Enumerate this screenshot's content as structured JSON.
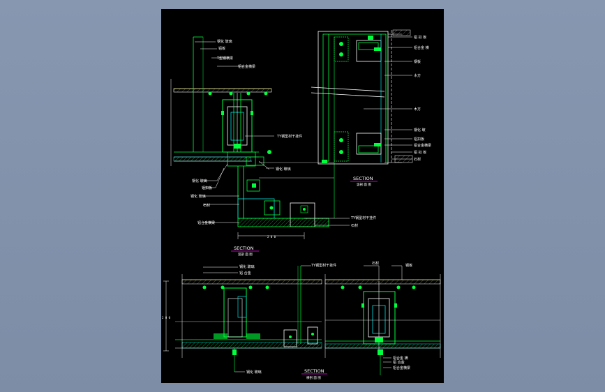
{
  "drawing": {
    "background": "#000000",
    "desktop_color": "#8090a8",
    "line_green": "#00ff3c",
    "line_cyan": "#00e5e5",
    "line_white": "#ffffff",
    "line_magenta": "#ff00ff",
    "line_yellow": "#ffff66"
  },
  "sections": {
    "top_left": {
      "title": "SECTION",
      "subtitle": "竖剖 面 图"
    },
    "top_right": {
      "title": "SECTION",
      "subtitle": "竖剖 面 图"
    },
    "bottom": {
      "title": "SECTION",
      "subtitle": "横剖 面 图"
    }
  },
  "labels_top_left": {
    "l1": "钢化 玻璃",
    "l2": "铝板",
    "l3": "T型钢横梁",
    "l4": "铝合金横梁",
    "l5": "TY钢型材干挂件",
    "l6": "钢化 玻璃",
    "l7": "铝扣板",
    "l8": "钢化 玻璃",
    "l9": "石材",
    "l10": "铝合金横梁",
    "l11": "TY钢型材干挂件",
    "l12": "石材",
    "dim": "2 0 0"
  },
  "labels_top_right": {
    "r1": "铝 扣 板",
    "r2": "铝合金 横",
    "r3": "钢板",
    "r4": "木方",
    "r5": "钢化 玻",
    "r6": "铝扣板",
    "r7": "铝合金横梁",
    "r8": "铝 扣 板",
    "r9": "石材"
  },
  "labels_bottom": {
    "b1": "钢化 玻璃",
    "b2": "铝 合金",
    "b3": "TY钢型材干挂件",
    "b4": "石材",
    "b5": "钢板",
    "b6": "钢化 玻璃",
    "b7": "铝合金 横",
    "b8": "铝合金横梁",
    "dim": "2 0 0"
  }
}
